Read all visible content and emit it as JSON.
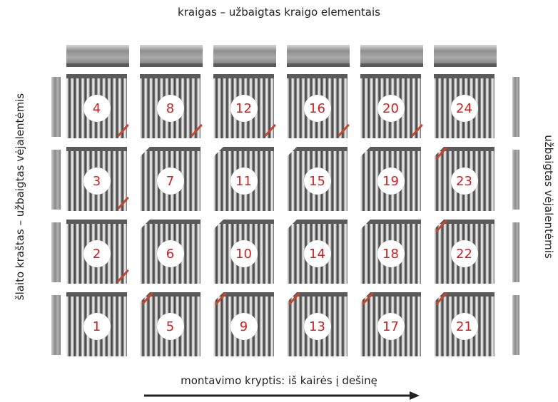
{
  "labels": {
    "top": "kraigas – užbaigtas kraigo elementais",
    "left": "šlaito kraštas – užbaigtas vėjalentėmis",
    "right": "užbaigtas vėjalentėmis",
    "bottom": "montavimo kryptis: iš kairės į dešinę"
  },
  "tiles": {
    "row_1": [
      "4",
      "8",
      "12",
      "16",
      "20",
      "24"
    ],
    "row_2": [
      "3",
      "7",
      "11",
      "15",
      "19",
      "23"
    ],
    "row_3": [
      "2",
      "6",
      "10",
      "14",
      "18",
      "22"
    ],
    "row_4": [
      "1",
      "5",
      "9",
      "13",
      "17",
      "21"
    ]
  },
  "colors": {
    "number": "#d11f1f",
    "mark": "#c4472f",
    "arrow": "#222222"
  }
}
